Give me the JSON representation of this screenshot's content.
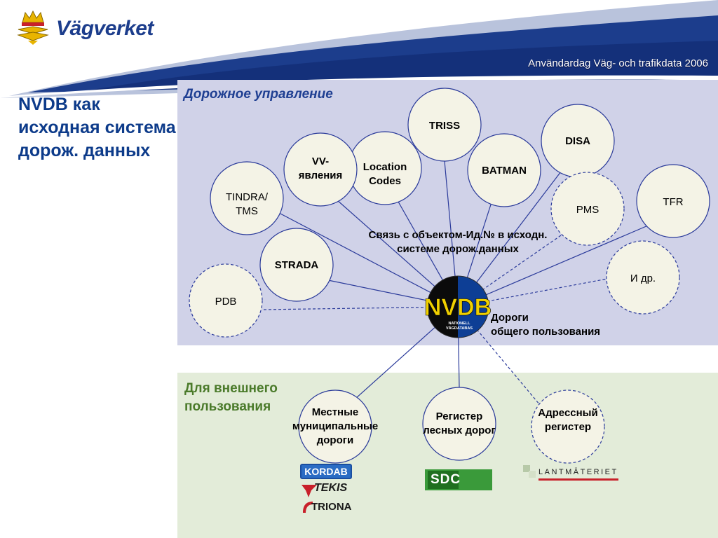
{
  "header": {
    "brand": "Vägverket",
    "subtitle": "Användardag Väg- och trafikdata 2006"
  },
  "title": "NVDB как исходная система дорож. данных",
  "sections": {
    "top": "Дорожное управление",
    "bottom": "Для внешнего пользования"
  },
  "center": {
    "label": "NVDB",
    "sublabel_1": "NATIONELL",
    "sublabel_2": "VÄGDATABAS",
    "caption_1": "Дороги",
    "caption_2": "общего пользования"
  },
  "link_caption": {
    "line1": "Связь с объектом-Ид.№ в исходн.",
    "line2": "системе дорож.данных"
  },
  "nodes": [
    {
      "id": "triss",
      "line1": "TRISS",
      "line2": "",
      "line3": "",
      "bold": true,
      "dashed": false
    },
    {
      "id": "disa",
      "line1": "DISA",
      "line2": "",
      "line3": "",
      "bold": true,
      "dashed": false
    },
    {
      "id": "location-codes",
      "line1": "Location",
      "line2": "Codes",
      "line3": "",
      "bold": true,
      "dashed": false
    },
    {
      "id": "vv-yavleniya",
      "line1": "VV-",
      "line2": "явления",
      "line3": "",
      "bold": true,
      "dashed": false
    },
    {
      "id": "batman",
      "line1": "BATMAN",
      "line2": "",
      "line3": "",
      "bold": true,
      "dashed": false
    },
    {
      "id": "tindra-tms",
      "line1": "TINDRA/",
      "line2": "TMS",
      "line3": "",
      "bold": false,
      "dashed": false
    },
    {
      "id": "pms",
      "line1": "PMS",
      "line2": "",
      "line3": "",
      "bold": false,
      "dashed": true
    },
    {
      "id": "tfr",
      "line1": "TFR",
      "line2": "",
      "line3": "",
      "bold": false,
      "dashed": false
    },
    {
      "id": "strada",
      "line1": "STRADA",
      "line2": "",
      "line3": "",
      "bold": true,
      "dashed": false
    },
    {
      "id": "i-dr",
      "line1": "И др.",
      "line2": "",
      "line3": "",
      "bold": false,
      "dashed": true
    },
    {
      "id": "pdb",
      "line1": "PDB",
      "line2": "",
      "line3": "",
      "bold": false,
      "dashed": true
    },
    {
      "id": "mestnye",
      "line1": "Местные",
      "line2": "муниципальные",
      "line3": "дороги",
      "bold": true,
      "dashed": false
    },
    {
      "id": "registr-lesnykh",
      "line1": "Регистер",
      "line2": "лесных дорог",
      "line3": "",
      "bold": true,
      "dashed": false
    },
    {
      "id": "adresny",
      "line1": "Адрессный",
      "line2": "регистер",
      "line3": "",
      "bold": true,
      "dashed": true
    }
  ],
  "logos": {
    "kordab": "KORDAB",
    "tekis": "TEKIS",
    "triona": "TRIONA",
    "sdc": "SDC",
    "lantmateriet": "LANTMÄTERIET"
  },
  "colors": {
    "brand_blue": "#1c3d8c",
    "panel_top": "#d0d2e8",
    "panel_bottom": "#e3ecd9",
    "node_fill": "#f4f3e6",
    "nvdb_yellow": "#f0d000",
    "section_green": "#4a7a2a"
  }
}
